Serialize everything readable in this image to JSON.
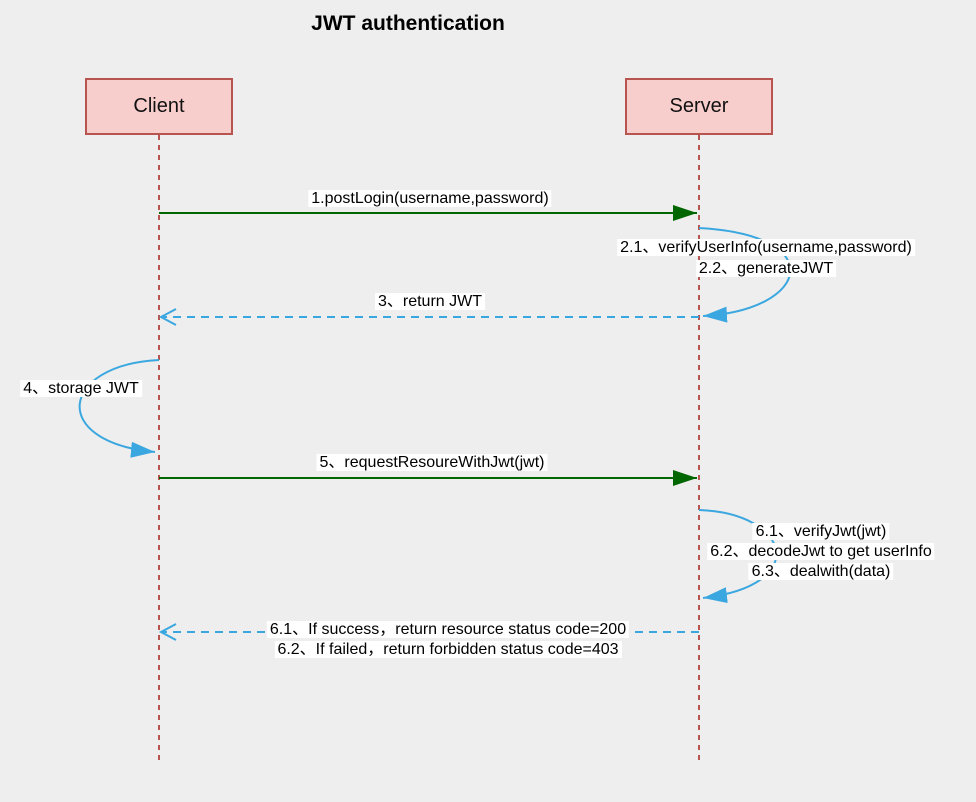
{
  "title": "JWT authentication",
  "actors": [
    {
      "label": "Client"
    },
    {
      "label": "Server"
    }
  ],
  "messages": [
    {
      "id": "1",
      "from": "Client",
      "to": "Server",
      "kind": "request",
      "label": "1.postLogin(username,password)"
    },
    {
      "id": "2",
      "actor": "Server",
      "kind": "self-call",
      "lines": [
        "2.1、verifyUserInfo(username,password)",
        "2.2、generateJWT"
      ]
    },
    {
      "id": "3",
      "from": "Server",
      "to": "Client",
      "kind": "response",
      "label": "3、return JWT"
    },
    {
      "id": "4",
      "actor": "Client",
      "kind": "self-call",
      "label": "4、storage JWT"
    },
    {
      "id": "5",
      "from": "Client",
      "to": "Server",
      "kind": "request",
      "label": "5、requestResoureWithJwt(jwt)"
    },
    {
      "id": "6",
      "actor": "Server",
      "kind": "self-call",
      "lines": [
        "6.1、verifyJwt(jwt)",
        "6.2、decodeJwt to get userInfo",
        "6.3、dealwith(data)"
      ]
    },
    {
      "id": "7",
      "from": "Server",
      "to": "Client",
      "kind": "response",
      "lines": [
        "6.1、If success，return resource status code=200",
        "6.2、If failed，return forbidden status code=403"
      ]
    }
  ],
  "colors": {
    "background": "#eeeeee",
    "actor_fill": "#f8cecc",
    "actor_border": "#b85450",
    "lifeline": "#b85450",
    "request_arrow": "#006600",
    "response_arrow": "#3ba7e0",
    "self_loop_arrow": "#3ba7e0",
    "label_background": "#ffffff",
    "text": "#000000"
  }
}
